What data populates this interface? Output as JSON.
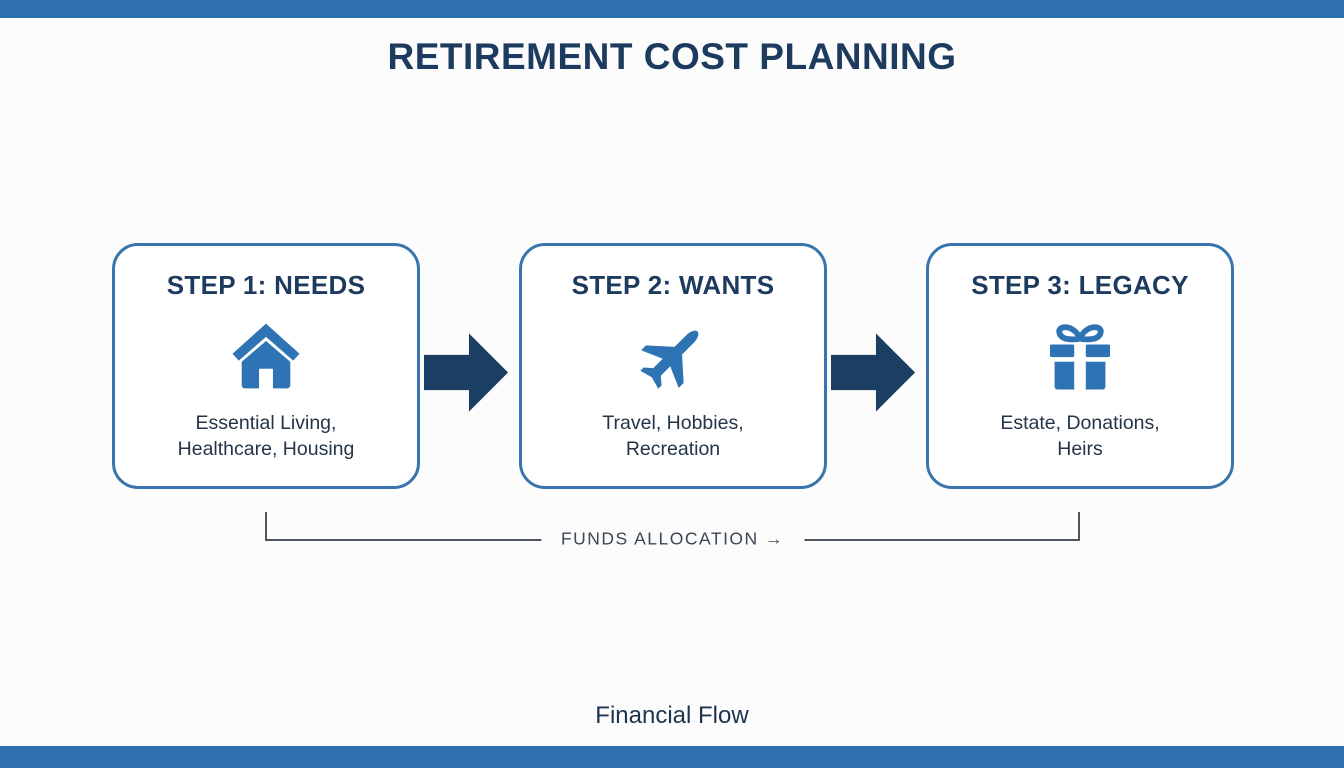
{
  "title": "RETIREMENT COST PLANNING",
  "steps": [
    {
      "title": "STEP 1: NEEDS",
      "icon": "home-icon",
      "description": "Essential Living,\nHealthcare, Housing"
    },
    {
      "title": "STEP 2: WANTS",
      "icon": "plane-icon",
      "description": "Travel, Hobbies,\nRecreation"
    },
    {
      "title": "STEP 3: LEGACY",
      "icon": "gift-icon",
      "description": "Estate, Donations,\nHeirs"
    }
  ],
  "funds_allocation_label": "FUNDS ALLOCATION →",
  "footer_label": "Financial Flow",
  "colors": {
    "accent_bar_blue": "#2f70ae",
    "icon_blue": "#2e74b5",
    "arrow_navy": "#1b3e63",
    "box_border_blue": "#3a74ad",
    "title_navy": "#1d3a5f",
    "body_text": "#243549",
    "bracket_gray": "#4d565e"
  }
}
